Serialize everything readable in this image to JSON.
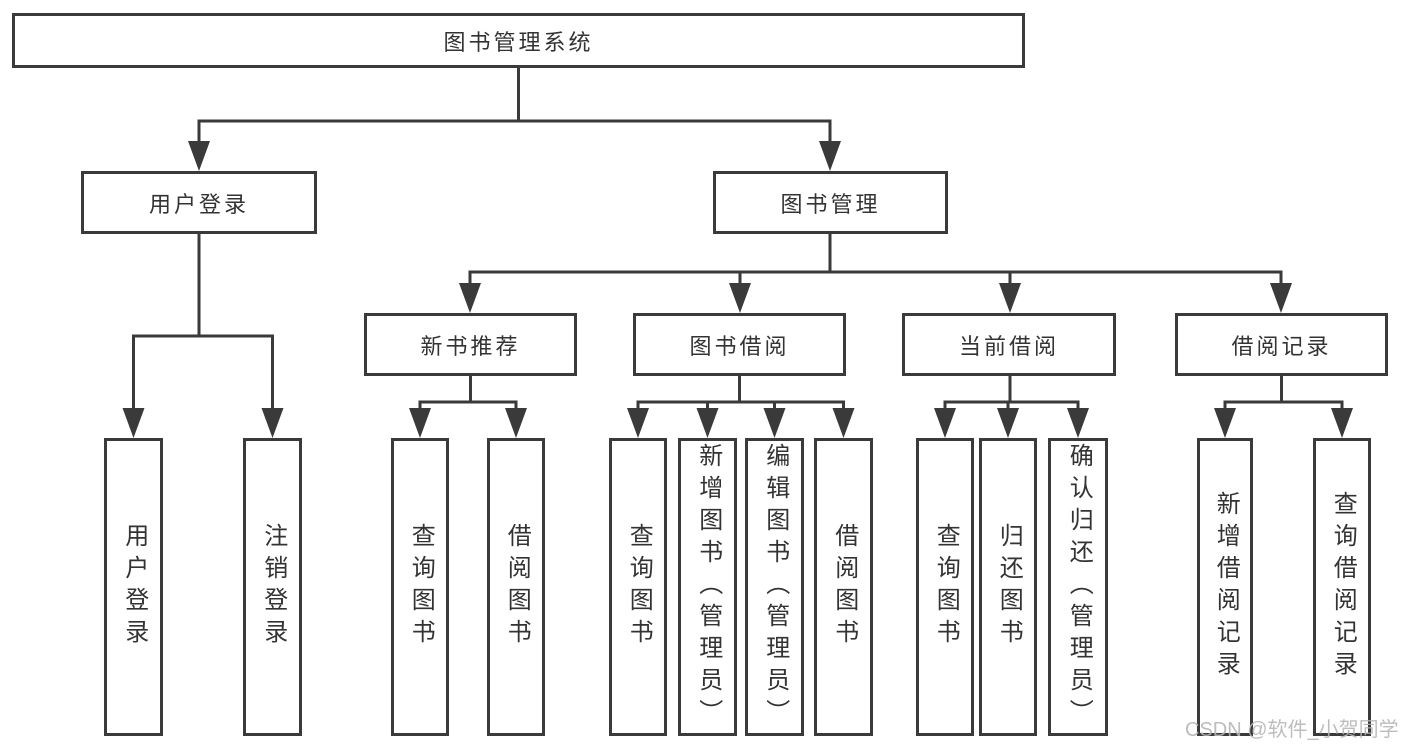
{
  "tree": {
    "root": {
      "label": "图书管理系统",
      "children": [
        {
          "label": "用户登录",
          "children": [
            {
              "label": "用户登录"
            },
            {
              "label": "注销登录"
            }
          ]
        },
        {
          "label": "图书管理",
          "children": [
            {
              "label": "新书推荐",
              "children": [
                {
                  "label": "查询图书"
                },
                {
                  "label": "借阅图书"
                }
              ]
            },
            {
              "label": "图书借阅",
              "children": [
                {
                  "label": "查询图书"
                },
                {
                  "label": "新增图书（管理员）"
                },
                {
                  "label": "编辑图书（管理员）"
                },
                {
                  "label": "借阅图书"
                }
              ]
            },
            {
              "label": "当前借阅",
              "children": [
                {
                  "label": "查询图书"
                },
                {
                  "label": "归还图书"
                },
                {
                  "label": "确认归还（管理员）"
                }
              ]
            },
            {
              "label": "借阅记录",
              "children": [
                {
                  "label": "新增借阅记录"
                },
                {
                  "label": "查询借阅记录"
                }
              ]
            }
          ]
        }
      ]
    }
  },
  "watermark": {
    "text": "CSDN @软件_小贺同学"
  },
  "colors": {
    "line": "#3a3a3a",
    "box_border": "#3a3a3a",
    "text": "#333333",
    "background": "#ffffff",
    "watermark": "#b6b6b6"
  }
}
